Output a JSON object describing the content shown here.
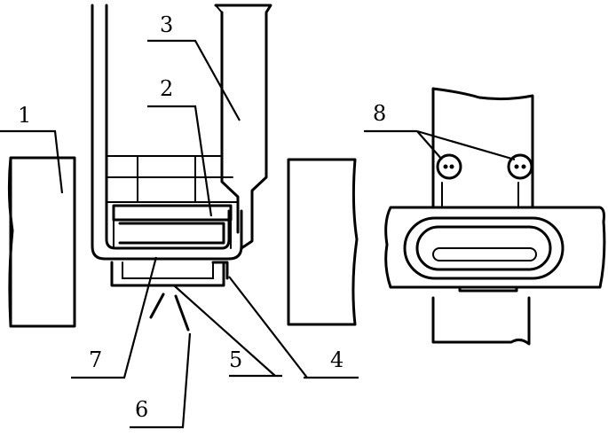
{
  "diagram": {
    "labels": {
      "l1": "1",
      "l2": "2",
      "l3": "3",
      "l4": "4",
      "l5": "5",
      "l6": "6",
      "l7": "7",
      "l8": "8"
    },
    "colors": {
      "ink": "#000000",
      "background": "#ffffff"
    }
  }
}
